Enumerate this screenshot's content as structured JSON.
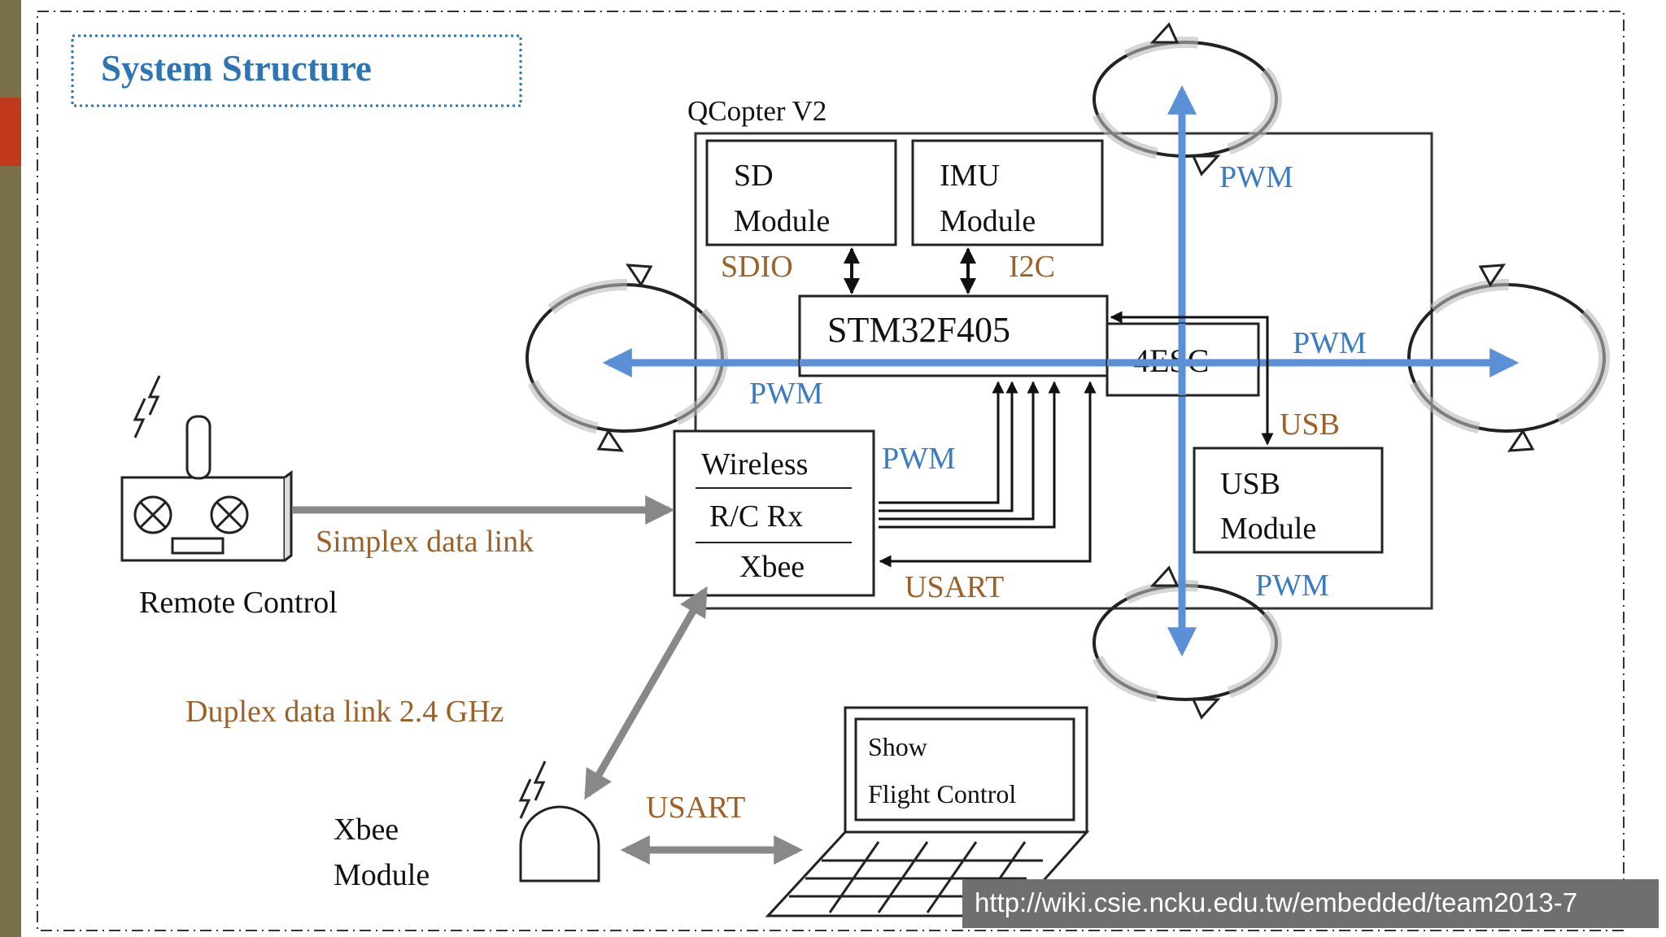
{
  "slide": {
    "title": "System Structure",
    "url": "http://wiki.csie.ncku.edu.tw/embedded/team2013-7"
  },
  "diagram": {
    "board_label": "QCopter V2",
    "sd_module": [
      "SD",
      "Module"
    ],
    "imu_module": [
      "IMU",
      "Module"
    ],
    "mcu": "STM32F405",
    "esc": "4ESC",
    "usb_module": [
      "USB",
      "Module"
    ],
    "receiver": [
      "Wireless",
      "R/C Rx",
      "Xbee"
    ],
    "remote_control": "Remote Control",
    "xbee_module": [
      "Xbee",
      "Module"
    ],
    "laptop_screen": [
      "Show",
      "Flight Control"
    ],
    "links": {
      "sdio": "SDIO",
      "i2c": "I2C",
      "pwm": "PWM",
      "usb": "USB",
      "usart": "USART",
      "simplex": "Simplex data link",
      "duplex": "Duplex data link 2.4 GHz"
    }
  },
  "colors": {
    "protocol_label": "#9c6128",
    "pwm_label": "#3a7cc4",
    "pwm_arrow": "#5b8fd6",
    "data_link": "#888888",
    "title": "#2e75b6"
  }
}
